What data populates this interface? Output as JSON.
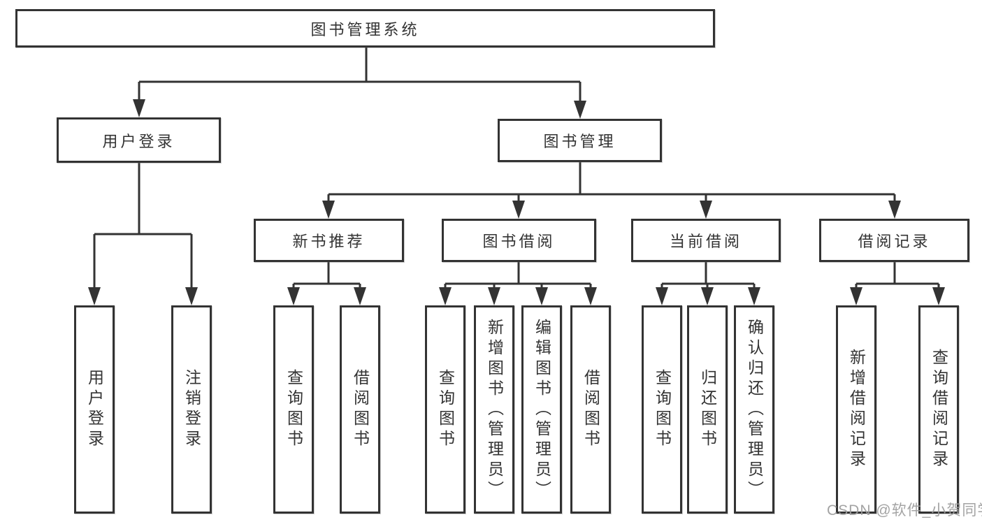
{
  "tree": {
    "root": "图书管理系统",
    "branches": [
      {
        "label": "用户登录",
        "children": [
          "用户登录",
          "注销登录"
        ]
      },
      {
        "label": "图书管理",
        "sections": [
          {
            "label": "新书推荐",
            "children": [
              "查询图书",
              "借阅图书"
            ]
          },
          {
            "label": "图书借阅",
            "children": [
              "查询图书",
              "新增图书（管理员）",
              "编辑图书（管理员）",
              "借阅图书"
            ]
          },
          {
            "label": "当前借阅",
            "children": [
              "查询图书",
              "归还图书",
              "确认归还（管理员）"
            ]
          },
          {
            "label": "借阅记录",
            "children": [
              "新增借阅记录",
              "查询借阅记录"
            ]
          }
        ]
      }
    ]
  },
  "watermark": "CSDN @软件_小贺同学",
  "colors": {
    "line": "#333333",
    "text": "#333333",
    "box_background": "#ffffff",
    "watermark": "#9e9e9e",
    "background": "#ffffff"
  }
}
